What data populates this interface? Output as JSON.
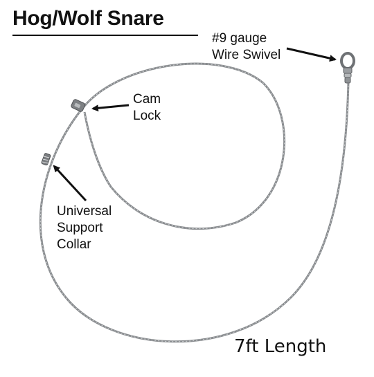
{
  "title": "Hog/Wolf Snare",
  "labels": {
    "swivel": [
      "#9 gauge",
      "Wire Swivel"
    ],
    "cam_lock": [
      "Cam",
      "Lock"
    ],
    "collar": [
      "Universal",
      "Support",
      "Collar"
    ],
    "length": "7ft Length"
  },
  "colors": {
    "wire": "#8a8d90",
    "wire_highlight": "#c9ccce",
    "text": "#111111"
  },
  "icons": [
    "wire-swivel-icon",
    "cam-lock-icon",
    "support-collar-icon",
    "arrow-icon"
  ]
}
